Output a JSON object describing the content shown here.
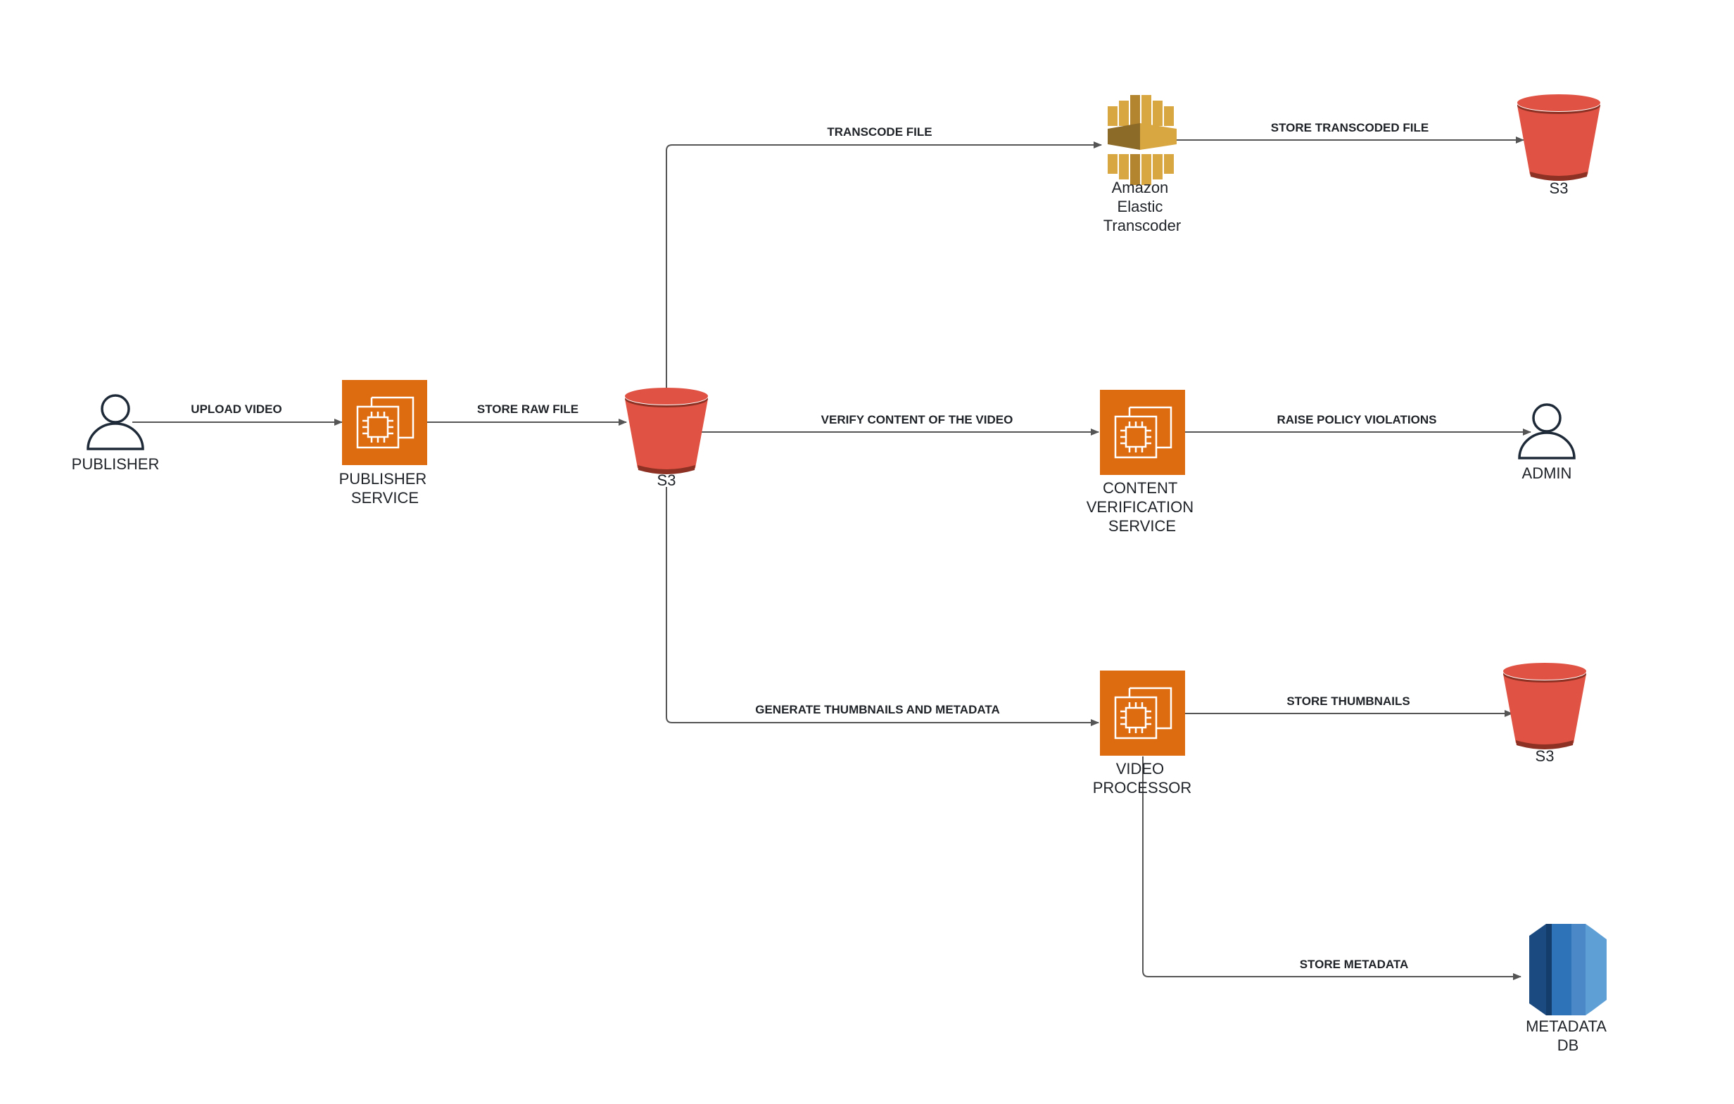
{
  "colors": {
    "ec2": "#dd6b10",
    "s3": "#e05243",
    "s3_dark": "#8c3123",
    "transcoder_light": "#d9a741",
    "transcoder_dark": "#8c6a27",
    "db_dark": "#1a4a80",
    "db_mid": "#2e73b8",
    "db_light": "#5294cf",
    "edge": "#555555",
    "text": "#1f2328"
  },
  "nodes": {
    "publisher": {
      "label": [
        "PUBLISHER"
      ],
      "icon": "user-icon"
    },
    "publisher_service": {
      "label": [
        "PUBLISHER",
        "SERVICE"
      ],
      "icon": "ec2-instance-icon"
    },
    "s3_raw": {
      "label": [
        "S3"
      ],
      "icon": "s3-bucket-icon"
    },
    "transcoder": {
      "label": [
        "Amazon",
        "Elastic",
        "Transcoder"
      ],
      "icon": "elastic-transcoder-icon"
    },
    "s3_transcoded": {
      "label": [
        "S3"
      ],
      "icon": "s3-bucket-icon"
    },
    "content_verification": {
      "label": [
        "CONTENT",
        "VERIFICATION",
        "SERVICE"
      ],
      "icon": "ec2-instance-icon"
    },
    "admin": {
      "label": [
        "ADMIN"
      ],
      "icon": "user-icon"
    },
    "video_processor": {
      "label": [
        "VIDEO",
        "PROCESSOR"
      ],
      "icon": "ec2-instance-icon"
    },
    "s3_thumbnails": {
      "label": [
        "S3"
      ],
      "icon": "s3-bucket-icon"
    },
    "metadata_db": {
      "label": [
        "METADATA",
        "DB"
      ],
      "icon": "database-icon"
    }
  },
  "edges": {
    "upload_video": "UPLOAD VIDEO",
    "store_raw_file": "STORE RAW FILE",
    "transcode_file": "TRANSCODE FILE",
    "store_transcoded_file": "STORE TRANSCODED FILE",
    "verify_content": "VERIFY CONTENT OF THE VIDEO",
    "raise_policy_violations": "RAISE POLICY VIOLATIONS",
    "generate_thumbnails": "GENERATE THUMBNAILS AND METADATA",
    "store_thumbnails": "STORE THUMBNAILS",
    "store_metadata": "STORE METADATA"
  }
}
